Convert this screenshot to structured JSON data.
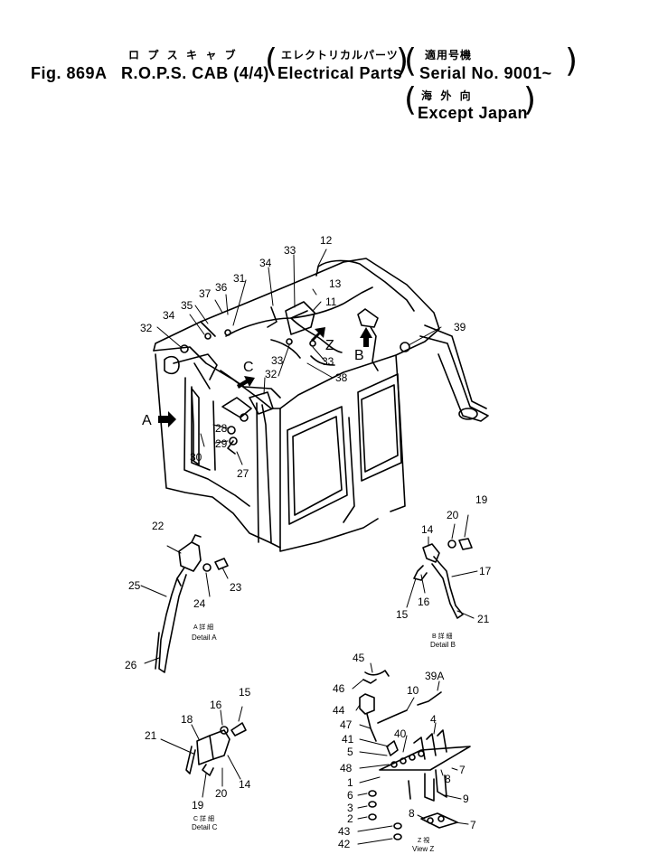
{
  "header": {
    "jp_title": "ロ プ ス キ ャ ブ",
    "fig_label": "Fig. 869A",
    "title": "R.O.P.S. CAB (4/4)",
    "jp_group": "エレクトリカルパーツ",
    "group": "Electrical Parts",
    "jp_serial": "適用号機",
    "serial": "Serial No. 9001~",
    "jp_market": "海  外  向",
    "market": "Except Japan"
  },
  "arrows": [
    {
      "id": "A",
      "label": "A"
    },
    {
      "id": "B",
      "label": "B"
    },
    {
      "id": "C",
      "label": "C"
    },
    {
      "id": "Z",
      "label": "Z"
    }
  ],
  "callouts": {
    "main": [
      "12",
      "33",
      "34",
      "13",
      "31",
      "11",
      "37",
      "36",
      "35",
      "34",
      "32",
      "33",
      "39",
      "32",
      "33",
      "38",
      "28",
      "29",
      "30",
      "27"
    ],
    "detail_a": [
      "22",
      "23",
      "24",
      "25",
      "26"
    ],
    "detail_b": [
      "19",
      "20",
      "14",
      "17",
      "16",
      "15",
      "21"
    ],
    "detail_c": [
      "15",
      "16",
      "18",
      "21",
      "14",
      "19",
      "20"
    ],
    "view_z": [
      "45",
      "46",
      "39A",
      "44",
      "10",
      "47",
      "40",
      "4",
      "41",
      "5",
      "7",
      "48",
      "8",
      "1",
      "6",
      "9",
      "3",
      "2",
      "8",
      "7",
      "43",
      "42"
    ]
  },
  "details": {
    "a": {
      "jp": "A 詳 細",
      "label": "Detail A"
    },
    "b": {
      "jp": "B 詳 細",
      "label": "Detail B"
    },
    "c": {
      "jp": "C 詳 細",
      "label": "Detail C"
    },
    "z": {
      "jp": "Z 視",
      "label": "View Z"
    }
  }
}
